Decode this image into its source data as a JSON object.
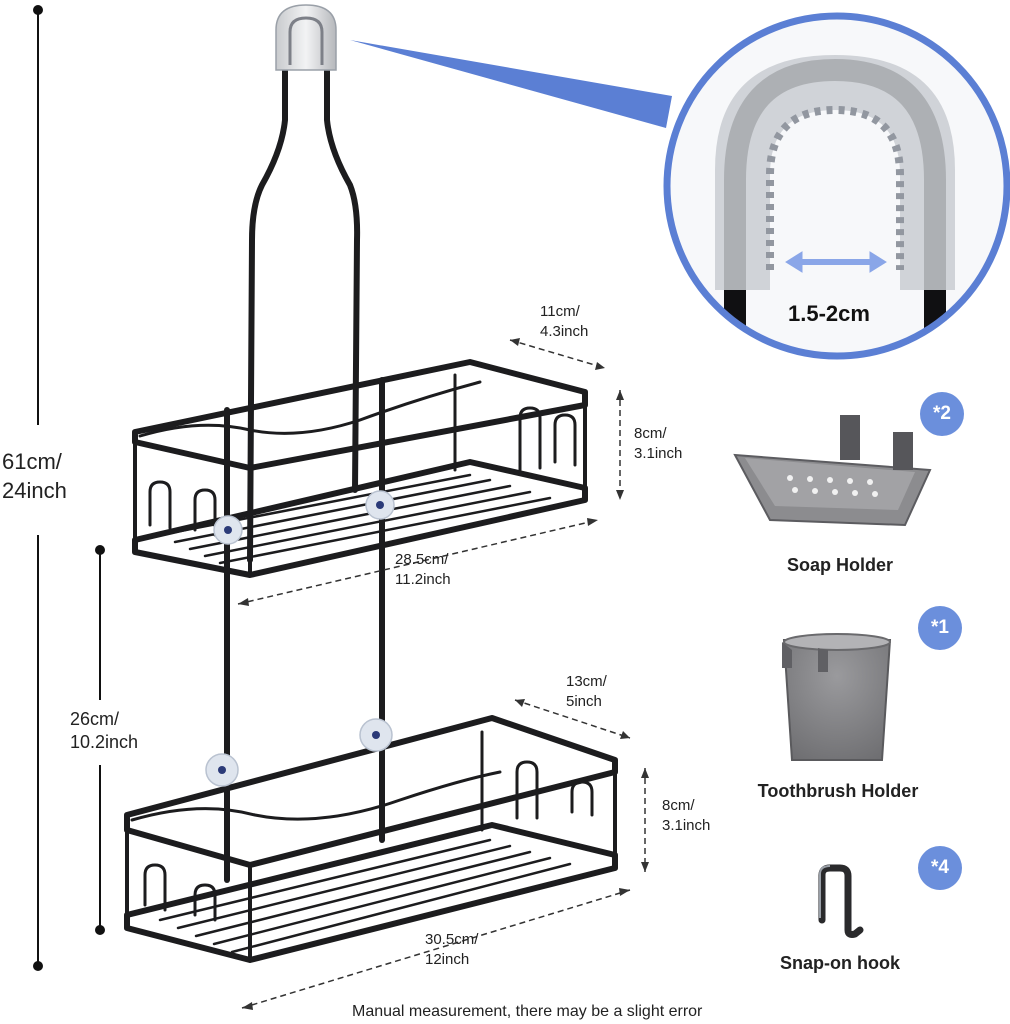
{
  "dimensions": {
    "total_height": {
      "line1": "61cm/",
      "line2": "24inch"
    },
    "lower_height": {
      "line1": "26cm/",
      "line2": "10.2inch"
    },
    "top_depth": {
      "line1": "11cm/",
      "line2": "4.3inch"
    },
    "top_height": {
      "line1": "8cm/",
      "line2": "3.1inch"
    },
    "top_width": {
      "line1": "28.5cm/",
      "line2": "11.2inch"
    },
    "bottom_depth": {
      "line1": "13cm/",
      "line2": "5inch"
    },
    "bottom_height": {
      "line1": "8cm/",
      "line2": "3.1inch"
    },
    "bottom_width": {
      "line1": "30.5cm/",
      "line2": "12inch"
    }
  },
  "zoom": {
    "gap_label": "1.5-2cm"
  },
  "accessories": [
    {
      "label": "Soap Holder",
      "badge": "*2"
    },
    {
      "label": "Toothbrush Holder",
      "badge": "*1"
    },
    {
      "label": "Snap-on hook",
      "badge": "*4"
    }
  ],
  "footer_note": "Manual measurement, there may be a slight error",
  "colors": {
    "accent": "#6b8fdc",
    "metal": "#1c1c1e",
    "accessory_gray": "#8a8a8d"
  }
}
